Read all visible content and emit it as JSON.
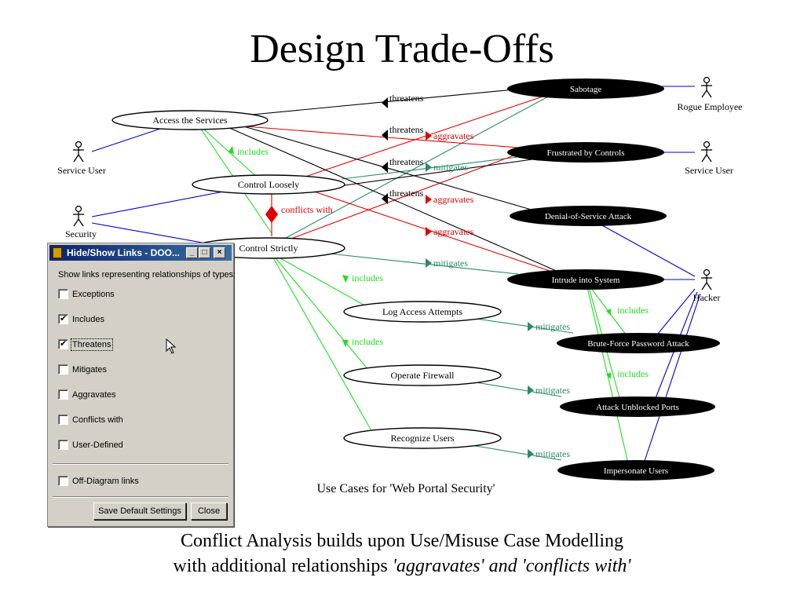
{
  "slide": {
    "title": "Design Trade-Offs"
  },
  "diagram": {
    "caption": "Use Cases for 'Web Portal Security'",
    "use_cases": [
      {
        "id": "uc-access",
        "label": "Access the Services"
      },
      {
        "id": "uc-loose",
        "label": "Control Loosely"
      },
      {
        "id": "uc-strict",
        "label": "Control Strictly"
      },
      {
        "id": "uc-log",
        "label": "Log Access Attempts"
      },
      {
        "id": "uc-firewall",
        "label": "Operate Firewall"
      },
      {
        "id": "uc-recognize",
        "label": "Recognize Users"
      }
    ],
    "misuse_cases": [
      {
        "id": "mc-sabotage",
        "label": "Sabotage"
      },
      {
        "id": "mc-frustrated",
        "label": "Frustrated by Controls"
      },
      {
        "id": "mc-dos",
        "label": "Denial-of-Service Attack"
      },
      {
        "id": "mc-intrude",
        "label": "Intrude into System"
      },
      {
        "id": "mc-brute",
        "label": "Brute-Force Password Attack"
      },
      {
        "id": "mc-unblocked",
        "label": "Attack Unblocked Ports"
      },
      {
        "id": "mc-impersonate",
        "label": "Impersonate Users"
      }
    ],
    "actors": [
      {
        "id": "actor-rogue",
        "label": "Rogue Employee"
      },
      {
        "id": "actor-service-user-left",
        "label": "Service User"
      },
      {
        "id": "actor-service-user-right",
        "label": "Service User"
      },
      {
        "id": "actor-security",
        "label": "Security"
      },
      {
        "id": "actor-hacker",
        "label": "Hacker"
      }
    ],
    "link_labels": {
      "threatens": "threatens",
      "aggravates": "aggravates",
      "mitigates": "mitigates",
      "includes": "includes",
      "conflicts_with": "conflicts with"
    },
    "colors": {
      "threatens": "#000000",
      "aggravates": "#e00000",
      "mitigates": "#2a8a6a",
      "includes": "#22dd22",
      "conflicts_with": "#e00000",
      "actor_link": "#0000cc"
    }
  },
  "dialog": {
    "title": "Hide/Show Links - DOO...",
    "prompt": "Show links representing relationships of types:",
    "options": [
      {
        "label": "Exceptions",
        "checked": false
      },
      {
        "label": "Includes",
        "checked": true
      },
      {
        "label": "Threatens",
        "checked": true
      },
      {
        "label": "Mitigates",
        "checked": false
      },
      {
        "label": "Aggravates",
        "checked": false
      },
      {
        "label": "Conflicts with",
        "checked": false
      },
      {
        "label": "User-Defined",
        "checked": false
      }
    ],
    "off_diagram": {
      "label": "Off-Diagram links",
      "checked": false
    },
    "save_label": "Save Default Settings",
    "close_label": "Close",
    "minimize_glyph": "_",
    "maximize_glyph": "□",
    "close_glyph": "×"
  },
  "footer": {
    "line1": "Conflict Analysis builds upon Use/Misuse Case Modelling",
    "line2_plain": "with additional relationships ",
    "line2_italic": "'aggravates' and 'conflicts with'"
  }
}
